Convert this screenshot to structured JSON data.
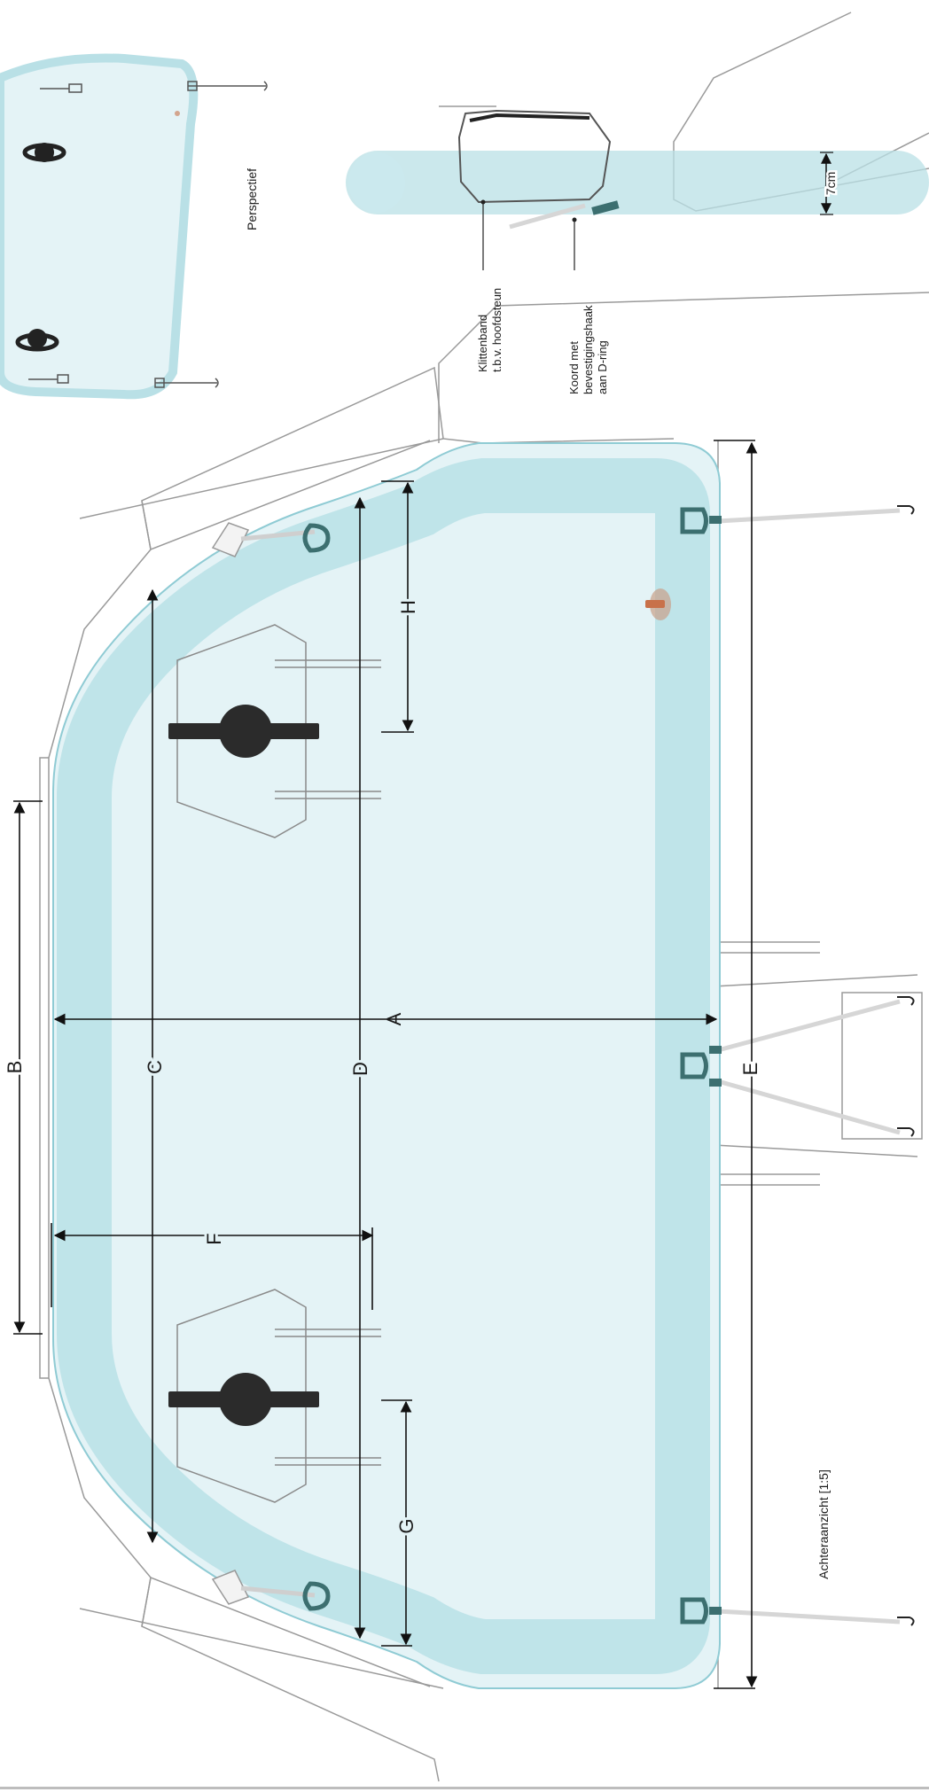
{
  "labels": {
    "perspective": "Perspectief",
    "rear_view": "Achteraanzicht [1:5]",
    "velcro_line1": "Klittenband",
    "velcro_line2": "t.b.v. hoofdsteun",
    "cord_line1": "Koord met",
    "cord_line2": "bevestigingshaak",
    "cord_line3": "aan D-ring",
    "width_7cm": "7cm",
    "dim_a": "A",
    "dim_b": "B",
    "dim_c": "C",
    "dim_d": "D",
    "dim_e": "E",
    "dim_f": "F",
    "dim_g": "G",
    "dim_h": "H"
  },
  "colors": {
    "cushion_fill": "#e4f3f6",
    "cushion_tube": "#b9e0e6",
    "cushion_edge": "#8fcbd4",
    "outline": "#8a8a8a",
    "dimension": "#111111",
    "strap": "#2f2f2f",
    "dring": "#3c6f70",
    "cord": "#d6d6d6",
    "valve": "#c8714a"
  },
  "icons": [
    "headrest-icon",
    "d-ring-icon",
    "hook-icon",
    "valve-icon"
  ]
}
